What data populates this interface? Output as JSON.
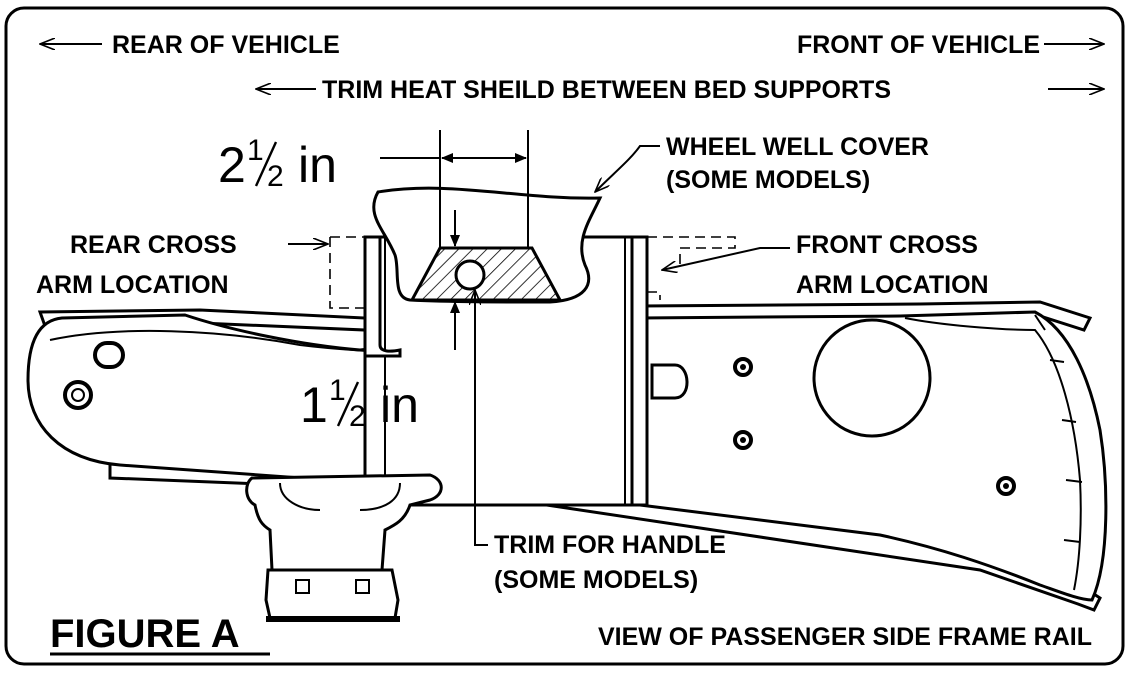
{
  "labels": {
    "rear_of_vehicle": "REAR OF VEHICLE",
    "front_of_vehicle": "FRONT OF VEHICLE",
    "trim_heat_shield": "TRIM HEAT SHEILD BETWEEN BED SUPPORTS",
    "wheel_well_cover_line1": "WHEEL WELL COVER",
    "wheel_well_cover_line2": "(SOME MODELS)",
    "rear_cross_arm_line1": "REAR CROSS",
    "rear_cross_arm_line2": "ARM LOCATION",
    "front_cross_arm_line1": "FRONT CROSS",
    "front_cross_arm_line2": "ARM LOCATION",
    "trim_handle_line1": "TRIM FOR HANDLE",
    "trim_handle_line2": "(SOME MODELS)",
    "figure_title": "FIGURE A",
    "view_caption": "VIEW OF PASSENGER SIDE FRAME RAIL"
  },
  "dimensions": {
    "width_whole": "2",
    "width_num": "1",
    "width_den": "2",
    "width_unit": "in",
    "height_whole": "1",
    "height_num": "1",
    "height_den": "2",
    "height_unit": "in"
  }
}
